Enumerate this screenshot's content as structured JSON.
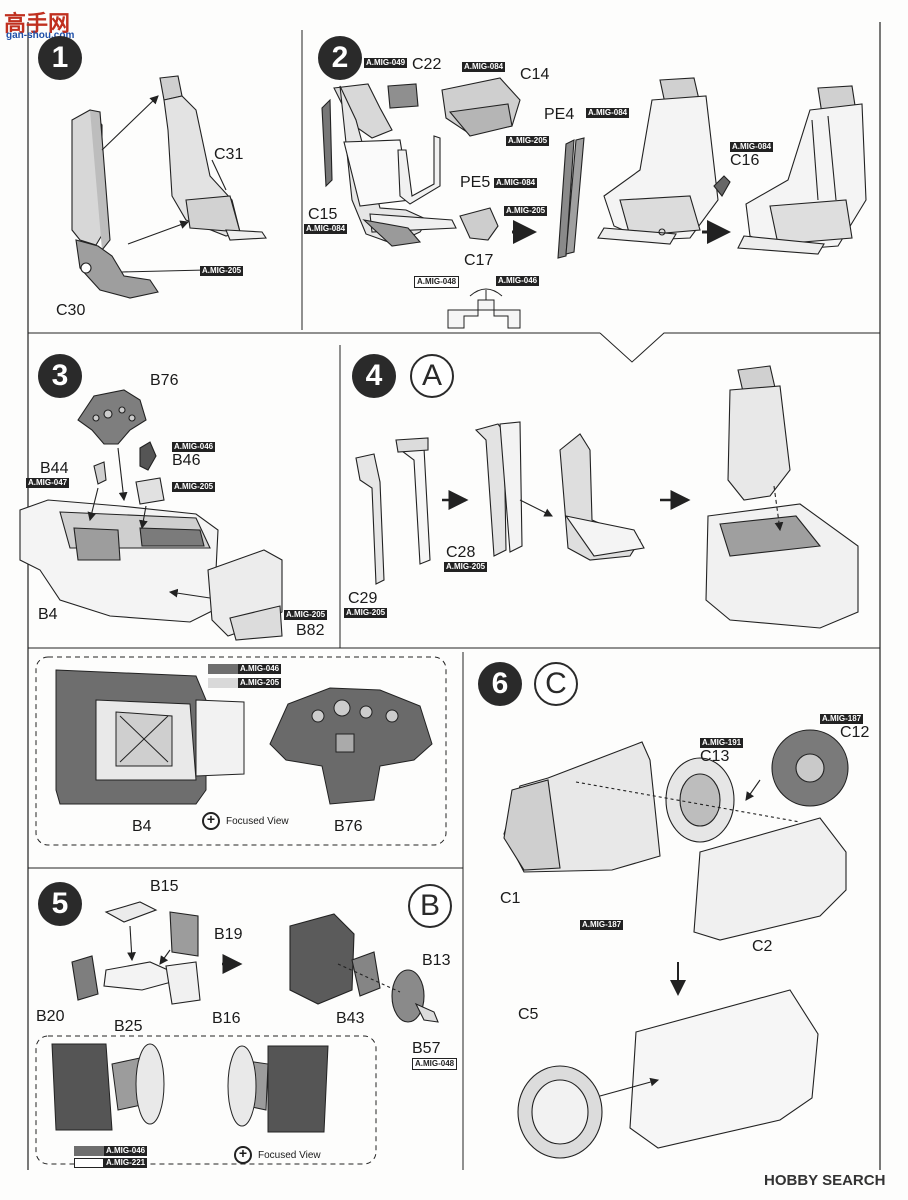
{
  "watermark": {
    "site_cn": "高手网",
    "site_url": "gan-shou.com",
    "brand": "HOBBY SEARCH"
  },
  "steps": [
    {
      "id": "1",
      "label": "1"
    },
    {
      "id": "2",
      "label": "2"
    },
    {
      "id": "3",
      "label": "3"
    },
    {
      "id": "4",
      "label": "4",
      "sub": "A"
    },
    {
      "id": "5",
      "label": "5",
      "sub": "B"
    },
    {
      "id": "6",
      "label": "6",
      "sub": "C"
    }
  ],
  "parts": {
    "s1": {
      "c31": "C31",
      "c30": "C30",
      "paint": "A.MIG-205"
    },
    "s2": {
      "c22": "C22",
      "c14": "C14",
      "pe5": "PE5",
      "pe4": "PE4",
      "c15": "C15",
      "c16": "C16",
      "c17": "C17",
      "p049": "A.MIG-049",
      "p084a": "A.MIG-084",
      "p205a": "A.MIG-205",
      "p084b": "A.MIG-084",
      "p205b": "A.MIG-205",
      "p084c": "A.MIG-084",
      "p084d": "A.MIG-084",
      "p084e": "A.MIG-084",
      "p048": "A.MIG-048",
      "p046": "A.MIG-046"
    },
    "s3": {
      "b76": "B76",
      "b44": "B44",
      "b46": "B46",
      "b4": "B4",
      "b82": "B82",
      "p046": "A.MIG-046",
      "p047": "A.MIG-047",
      "p205a": "A.MIG-205",
      "p205b": "A.MIG-205"
    },
    "s4": {
      "c28": "C28",
      "c29": "C29",
      "p205a": "A.MIG-205",
      "p205b": "A.MIG-205"
    },
    "detail1": {
      "legend1": "A.MIG-046",
      "legend2": "A.MIG-205",
      "b4": "B4",
      "b76": "B76",
      "focused": "Focused View"
    },
    "s5": {
      "b15": "B15",
      "b19": "B19",
      "b20": "B20",
      "b25": "B25",
      "b16": "B16",
      "b13": "B13",
      "b43": "B43",
      "b57": "B57",
      "p048": "A.MIG-048"
    },
    "detail2": {
      "legend1": "A.MIG-046",
      "legend2": "A.MIG-221",
      "focused": "Focused View"
    },
    "s6": {
      "c12": "C12",
      "c13": "C13",
      "c1": "C1",
      "c2": "C2",
      "c5": "C5",
      "p187a": "A.MIG-187",
      "p191": "A.MIG-191",
      "p187b": "A.MIG-187"
    }
  },
  "colors": {
    "ink": "#2a2a2a",
    "gray_light": "#c9c9c9",
    "gray_mid": "#8f8f8f"
  }
}
